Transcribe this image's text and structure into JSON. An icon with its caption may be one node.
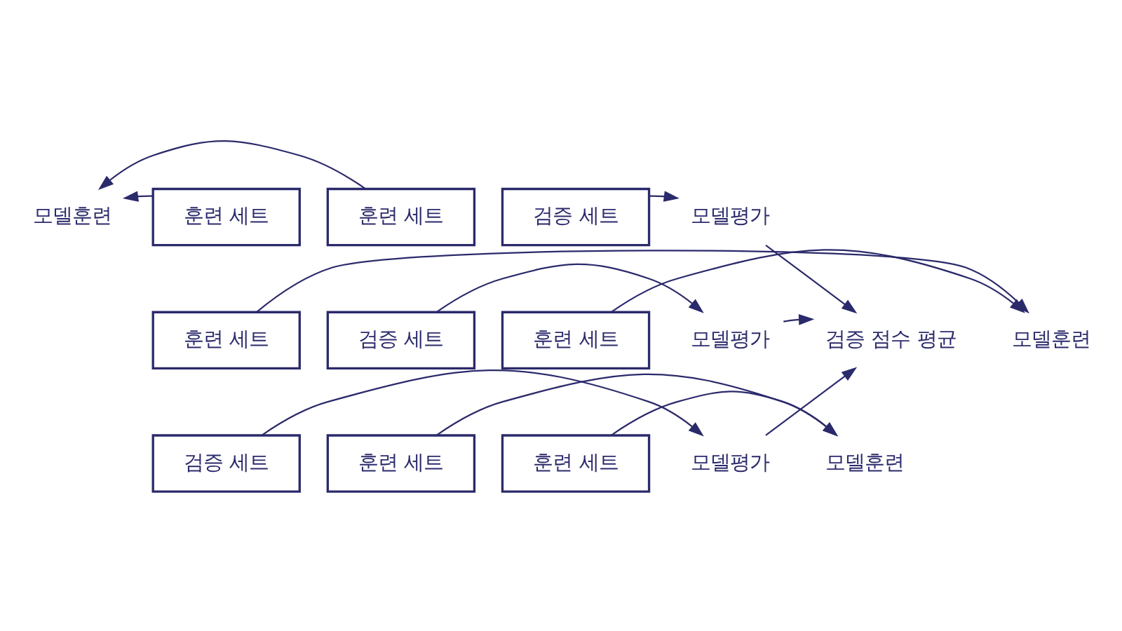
{
  "diagram": {
    "nodes": [
      {
        "text": [
          "모델훈련"
        ]
      },
      {
        "text": [
          "훈련 세트"
        ]
      },
      {
        "text": [
          "훈련 세트"
        ]
      },
      {
        "text": [
          "검증 세트"
        ]
      },
      {
        "text": [
          "모델평가"
        ]
      },
      {
        "text": [
          "모델훈련"
        ]
      },
      {
        "text": [
          "훈련 세트"
        ]
      },
      {
        "text": [
          "검증 세트"
        ]
      },
      {
        "text": [
          "훈련 세트"
        ]
      },
      {
        "text": [
          "모델평가"
        ]
      },
      {
        "text": [
          "모델훈련"
        ]
      },
      {
        "text": [
          "검증 세트"
        ]
      },
      {
        "text": [
          "훈련 세트"
        ]
      },
      {
        "text": [
          "훈련 세트"
        ]
      },
      {
        "text": [
          "모델평가"
        ]
      },
      {
        "text": [
          "검증 점수 평균"
        ]
      }
    ],
    "edges": [
      {
        "from": 1,
        "to": 0,
        "arrow": "to"
      },
      {
        "from": 2,
        "to": 0,
        "arrow": "to"
      },
      {
        "from": 3,
        "to": 4,
        "arrow": "to"
      },
      {
        "from": 6,
        "to": 5,
        "arrow": "to"
      },
      {
        "from": 8,
        "to": 5,
        "arrow": "to"
      },
      {
        "from": 7,
        "to": 9,
        "arrow": "to"
      },
      {
        "from": 12,
        "to": 10,
        "arrow": "to"
      },
      {
        "from": 13,
        "to": 10,
        "arrow": "to"
      },
      {
        "from": 11,
        "to": 14,
        "arrow": "to"
      },
      {
        "from": 4,
        "to": 15,
        "arrow": "to"
      },
      {
        "from": 9,
        "to": 15,
        "arrow": "to"
      },
      {
        "from": 14,
        "to": 15,
        "arrow": "to"
      }
    ]
  }
}
